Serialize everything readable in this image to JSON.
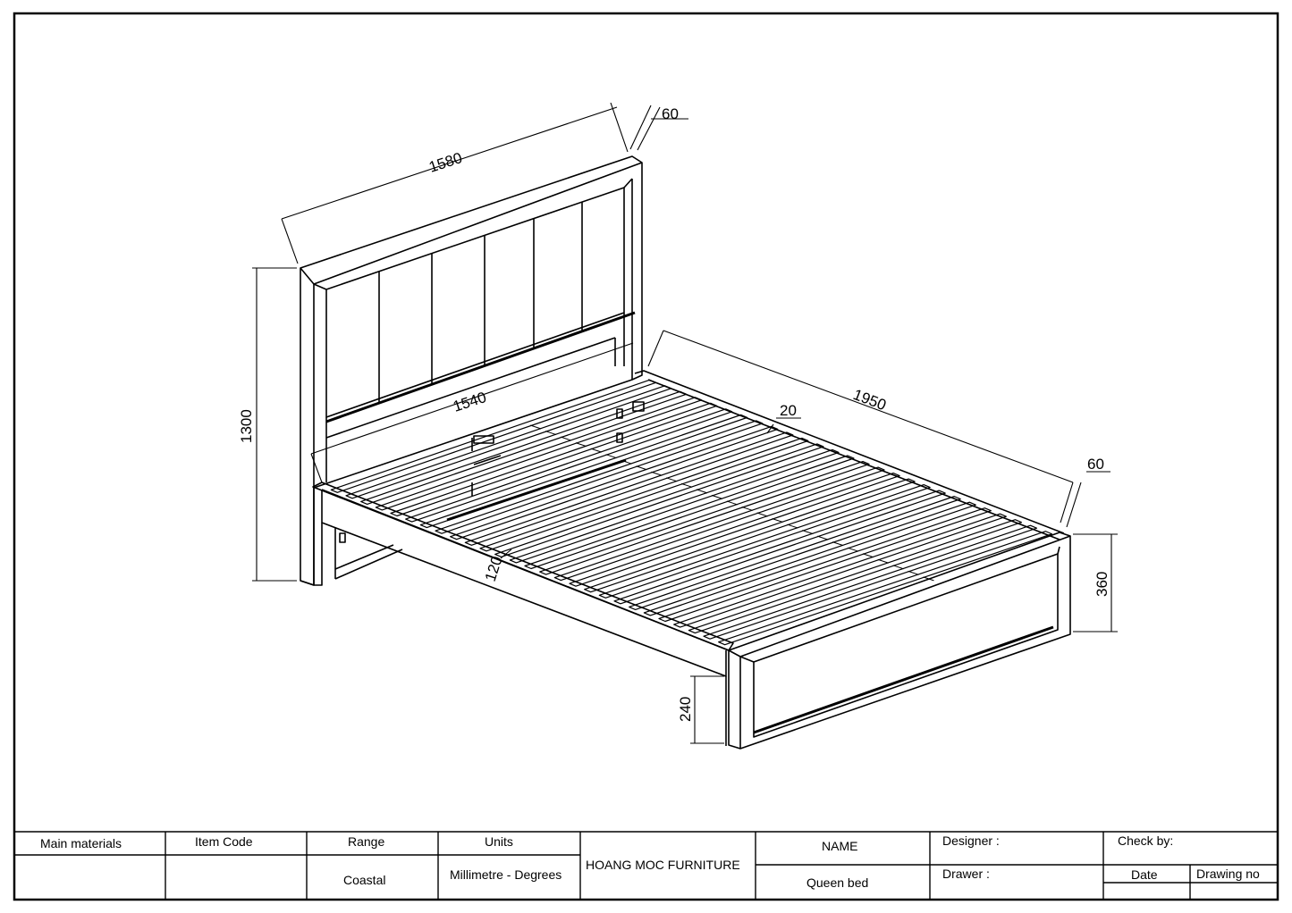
{
  "drawing": {
    "dimensions": {
      "headboard_width": "1580",
      "headboard_thickness": "60",
      "headboard_height": "1300",
      "inner_width": "1540",
      "slat_width": "20",
      "bed_length": "1950",
      "footboard_thickness": "60",
      "footboard_height": "360",
      "rail_height": "120",
      "leg_height": "240"
    }
  },
  "title_block": {
    "main_materials_label": "Main materials",
    "main_materials_value": "",
    "item_code_label": "Item Code",
    "item_code_value": "",
    "range_label": "Range",
    "range_value": "Coastal",
    "units_label": "Units",
    "units_value": "Millimetre - Degrees",
    "company": "HOANG MOC FURNITURE",
    "name_label": "NAME",
    "name_value": "Queen bed",
    "designer_label": "Designer :",
    "drawer_label": "Drawer :",
    "check_label": "Check by:",
    "date_label": "Date",
    "drawing_no_label": "Drawing no"
  }
}
